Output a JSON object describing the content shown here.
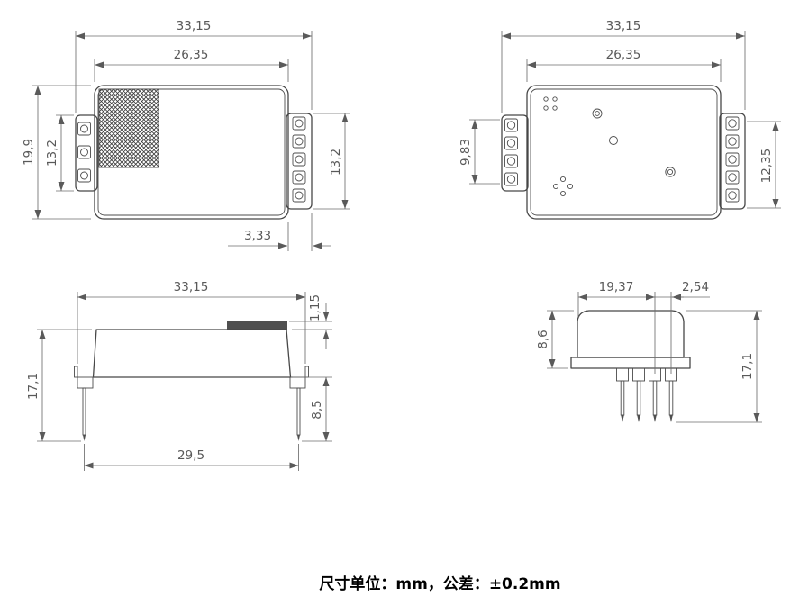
{
  "drawing": {
    "top_view": {
      "dims": {
        "overall_width": "33,15",
        "body_width": "26,35",
        "overall_depth": "19,9",
        "tab_height_left": "13,2",
        "tab_height_right": "13,2",
        "tab_width": "3,33"
      }
    },
    "bottom_view": {
      "dims": {
        "overall_width": "33,15",
        "body_width": "26,35",
        "left_connector_height": "9,83",
        "right_connector_height": "12,35"
      }
    },
    "front_view": {
      "dims": {
        "overall_width": "33,15",
        "lid_step": "1,15",
        "pin_length": "8,5",
        "overall_height": "17,1",
        "pin_span": "29,5"
      }
    },
    "end_view": {
      "dims": {
        "top_width": "19,37",
        "pin_pitch": "2,54",
        "body_height": "8,6",
        "overall_height": "17,1"
      }
    }
  },
  "footer": {
    "note": "尺寸单位：mm，公差：±0.2mm"
  }
}
